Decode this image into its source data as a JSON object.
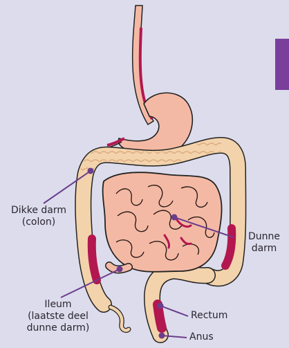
{
  "colors": {
    "background": "#dcdcec",
    "leader_line": "#6b3d8c",
    "accent_bar": "#7a3f9a",
    "colon_fill": "#f3d3ab",
    "tissue_fill": "#f4b9a4",
    "lumen_fill": "#b3174f"
  },
  "labels": {
    "colon": [
      "Dikke darm",
      "(colon)"
    ],
    "small_intestine": [
      "Dunne",
      "darm"
    ],
    "ileum": [
      "Ileum",
      "(laatste deel",
      "dunne darm)"
    ],
    "rectum": "Rectum",
    "anus": "Anus"
  }
}
